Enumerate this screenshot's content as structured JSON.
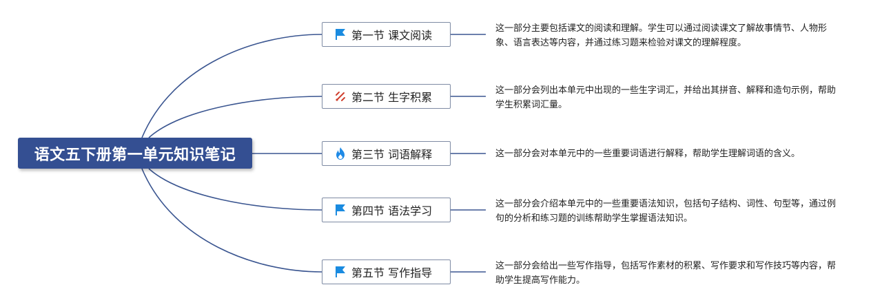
{
  "root": {
    "title": "语文五下册第一单元知识笔记"
  },
  "sections": [
    {
      "label": "第一节 课文阅读",
      "icon": "flag-icon",
      "description": "这一部分主要包括课文的阅读和理解。学生可以通过阅读课文了解故事情节、人物形象、语言表达等内容，并通过练习题来检验对课文的理解程度。"
    },
    {
      "label": "第二节 生字积累",
      "icon": "tools-icon",
      "description": "这一部分会列出本单元中出现的一些生字词汇，并给出其拼音、解释和造句示例，帮助学生积累词汇量。"
    },
    {
      "label": "第三节 词语解释",
      "icon": "flame-icon",
      "description": "这一部分会对本单元中的一些重要词语进行解释，帮助学生理解词语的含义。"
    },
    {
      "label": "第四节 语法学习",
      "icon": "flag-icon",
      "description": "这一部分会介绍本单元中的一些重要语法知识，包括句子结构、词性、句型等，通过例句的分析和练习题的训练帮助学生掌握语法知识。"
    },
    {
      "label": "第五节 写作指导",
      "icon": "flag-icon",
      "description": "这一部分会给出一些写作指导，包括写作素材的积累、写作要求和写作技巧等内容，帮助学生提高写作能力。"
    }
  ],
  "colors": {
    "root_fill": "#344f92",
    "connector": "#3a5590",
    "node_border": "#7d8aa3",
    "flag_icon": "#1a8be0",
    "flame_icon": "#1f8ae6",
    "tools_icon": "#d0402e"
  }
}
